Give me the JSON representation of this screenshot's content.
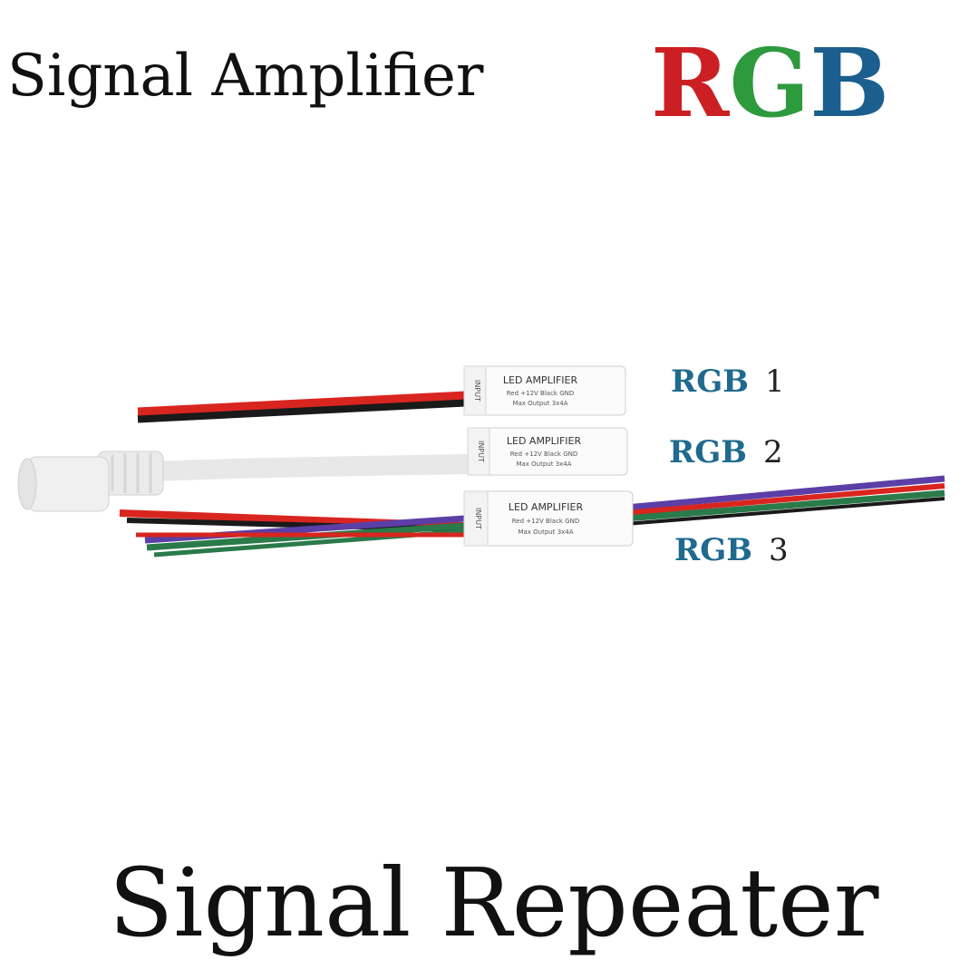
{
  "header": {
    "title": "Signal Amplifier",
    "logo": {
      "letters": [
        "R",
        "G",
        "B"
      ],
      "colors": [
        "#cc1f24",
        "#2e9a3e",
        "#1b5f8e"
      ]
    }
  },
  "footer": {
    "title": "Signal Repeater"
  },
  "labels": [
    {
      "text": "RGB",
      "number": "1"
    },
    {
      "text": "RGB",
      "number": "2"
    },
    {
      "text": "RGB",
      "number": "3"
    }
  ],
  "label_color": "#1f6a8e",
  "module": {
    "title": "LED AMPLIFIER",
    "line1": "Red +12V Black GND",
    "line2": "Max Output 3x4A",
    "side": "INPUT"
  },
  "wire_colors": {
    "red": "#d9251f",
    "black": "#1a1a1a",
    "green": "#2a7a4a",
    "blue": "#5b3fa6",
    "white": "#f2f2f2"
  }
}
